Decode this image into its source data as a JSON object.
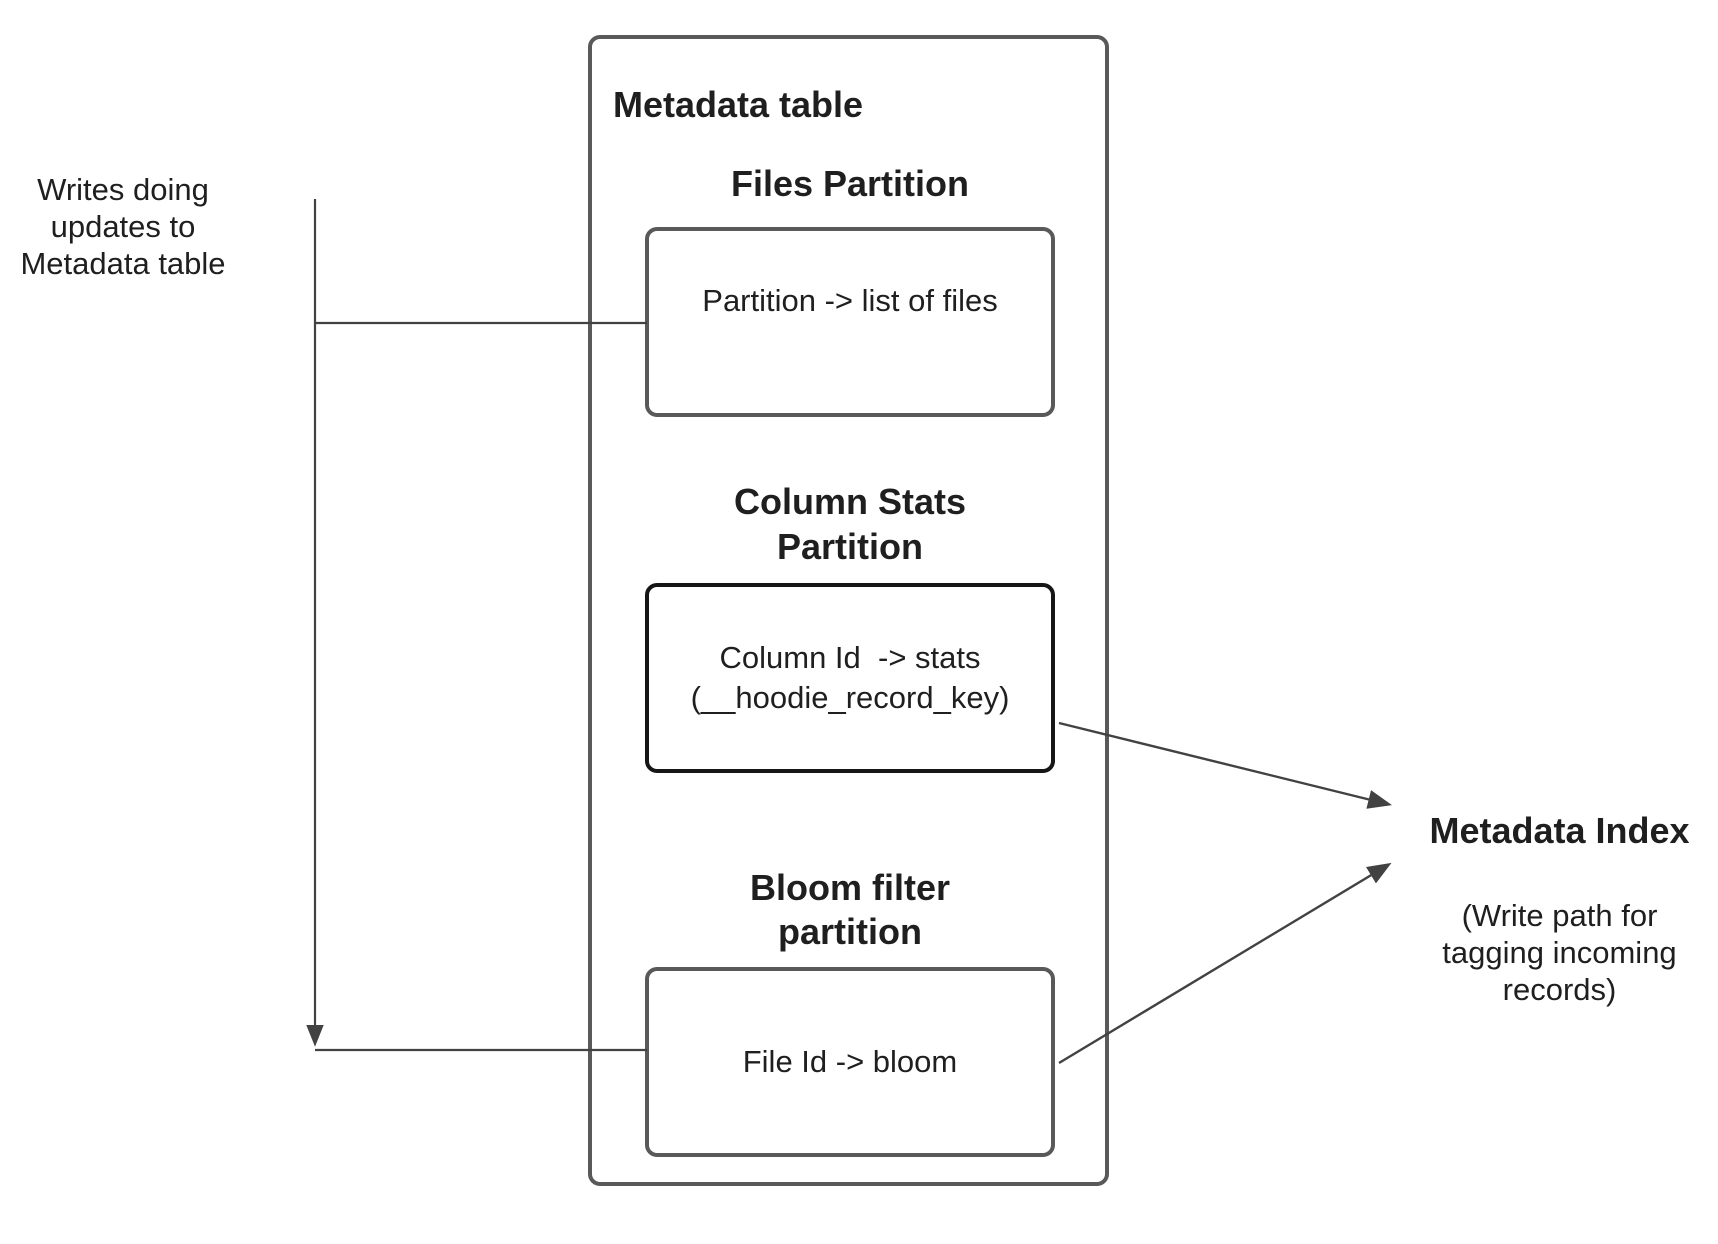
{
  "colors": {
    "canvas_bg": "#ffffff",
    "text_color": "#1f1f1f",
    "box_border": "#595959",
    "stats_box_border": "#161616",
    "line_color": "#424242"
  },
  "left_note": {
    "lines": [
      "Writes doing",
      "updates to",
      "Metadata table"
    ]
  },
  "metadata_table": {
    "title": "Metadata table",
    "files_partition": {
      "heading": "Files Partition",
      "box_text": "Partition -> list of files"
    },
    "column_stats_partition": {
      "heading_line1": "Column Stats",
      "heading_line2": "Partition",
      "box_line1": "Column Id  -> stats",
      "box_line2": "(__hoodie_record_key)"
    },
    "bloom_filter_partition": {
      "heading_line1": "Bloom filter",
      "heading_line2": "partition",
      "box_text": "File Id -> bloom"
    }
  },
  "metadata_index": {
    "title": "Metadata Index",
    "note_lines": [
      "(Write path for",
      "tagging incoming",
      "records)"
    ]
  }
}
